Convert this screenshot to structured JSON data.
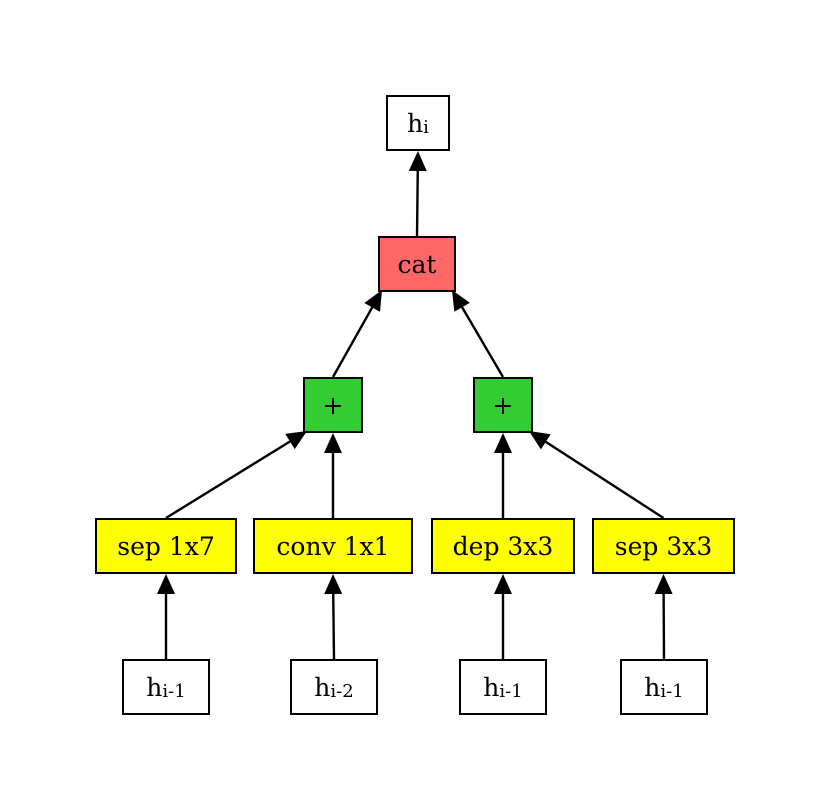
{
  "colors": {
    "input": "#ffffff",
    "op": "#ffff00",
    "add": "#33cc33",
    "concat": "#ff6666",
    "edge": "#000000"
  },
  "nodes": {
    "output": {
      "base": "h",
      "sub": "i"
    },
    "concat": {
      "label": "cat"
    },
    "add_left": {
      "label": "+"
    },
    "add_right": {
      "label": "+"
    },
    "op1": {
      "label": "sep 1x7"
    },
    "op2": {
      "label": "conv 1x1"
    },
    "op3": {
      "label": "dep 3x3"
    },
    "op4": {
      "label": "sep 3x3"
    },
    "in1": {
      "base": "h",
      "sub": "i-1"
    },
    "in2": {
      "base": "h",
      "sub": "i-2"
    },
    "in3": {
      "base": "h",
      "sub": "i-1"
    },
    "in4": {
      "base": "h",
      "sub": "i-1"
    }
  },
  "edges": [
    {
      "from": "in1",
      "to": "op1"
    },
    {
      "from": "in2",
      "to": "op2"
    },
    {
      "from": "in3",
      "to": "op3"
    },
    {
      "from": "in4",
      "to": "op4"
    },
    {
      "from": "op1",
      "to": "add_left"
    },
    {
      "from": "op2",
      "to": "add_left"
    },
    {
      "from": "op3",
      "to": "add_right"
    },
    {
      "from": "op4",
      "to": "add_right"
    },
    {
      "from": "add_left",
      "to": "concat"
    },
    {
      "from": "add_right",
      "to": "concat"
    },
    {
      "from": "concat",
      "to": "output"
    }
  ]
}
